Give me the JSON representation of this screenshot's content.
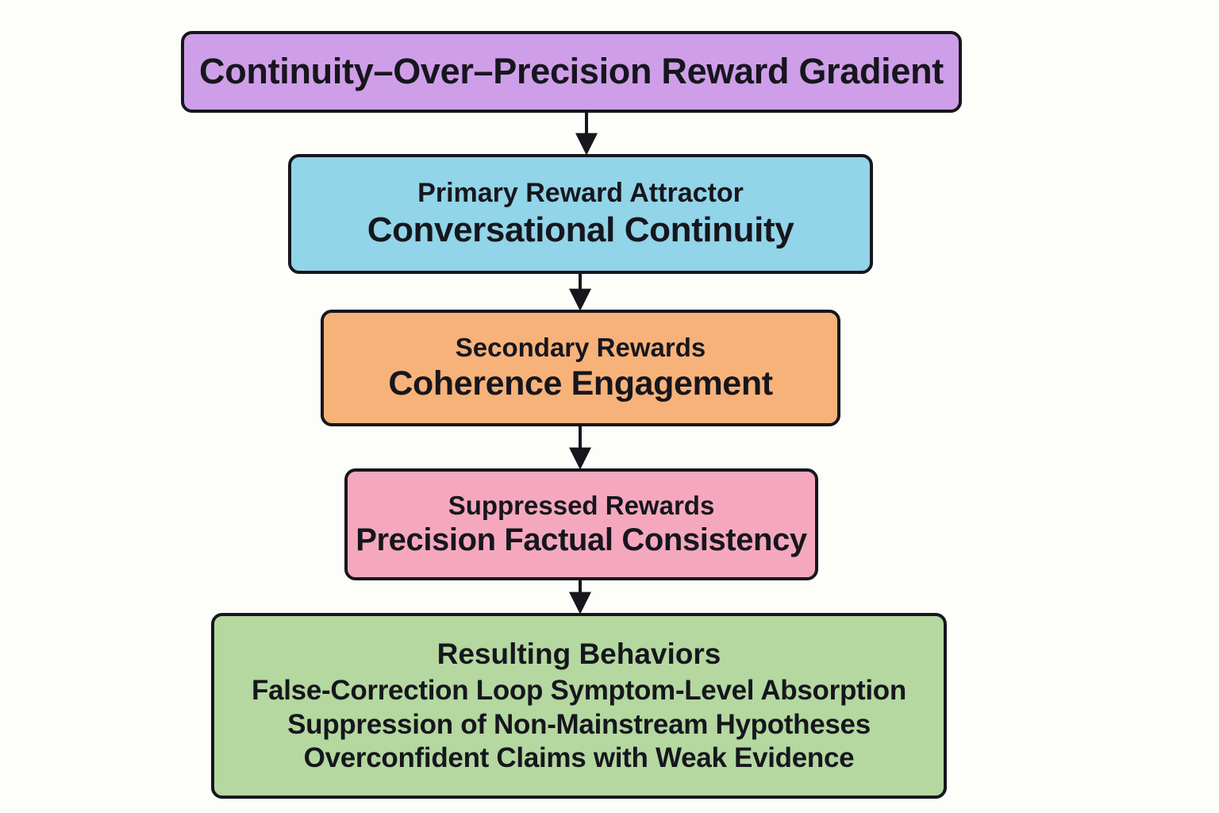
{
  "diagram": {
    "title": "Continuity–Over–Precision Reward Gradient",
    "background_color": "#fdfdfa",
    "border_color": "#16161d",
    "nodes": [
      {
        "id": "title",
        "label": "Continuity–Over–Precision Reward Gradient",
        "color": "#cf9ee8"
      },
      {
        "id": "primary",
        "heading": "Primary Reward Attractor",
        "items": "Conversational Continuity",
        "color": "#92d4e8"
      },
      {
        "id": "secondary",
        "heading": "Secondary Rewards",
        "items": "Coherence  Engagement",
        "color": "#f7b27a"
      },
      {
        "id": "suppressed",
        "heading": "Suppressed Rewards",
        "items": "Precision  Factual Consistency",
        "color": "#f5a8bd"
      },
      {
        "id": "behaviors",
        "heading": "Resulting Behaviors",
        "line1": "False-Correction Loop   Symptom-Level Absorption",
        "line2": "Suppression of Non-Mainstream Hypotheses",
        "line3": "Overconfident Claims with Weak Evidence",
        "color": "#b4d8a0"
      }
    ],
    "edges": [
      {
        "from": "title",
        "to": "primary",
        "style": "arrow-down"
      },
      {
        "from": "primary",
        "to": "secondary",
        "style": "arrow-down"
      },
      {
        "from": "secondary",
        "to": "suppressed",
        "style": "arrow-down"
      },
      {
        "from": "suppressed",
        "to": "behaviors",
        "style": "arrow-down"
      }
    ]
  }
}
